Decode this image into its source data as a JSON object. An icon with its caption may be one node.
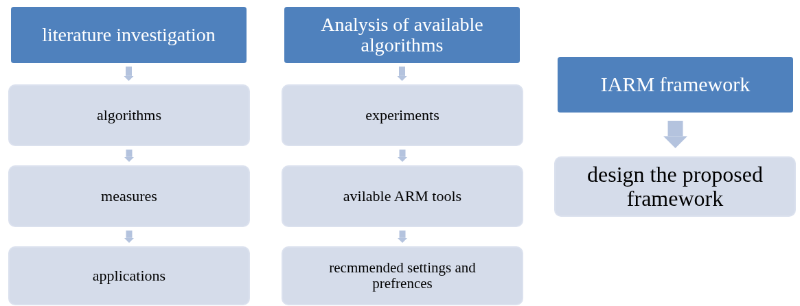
{
  "diagram": {
    "nodes": [
      {
        "text": [
          "literature investigation"
        ]
      },
      {
        "text": [
          "algorithms"
        ]
      },
      {
        "text": [
          "measures"
        ]
      },
      {
        "text": [
          "applications"
        ]
      },
      {
        "text": [
          "Analysis of available algorithms"
        ]
      },
      {
        "text": [
          "experiments"
        ]
      },
      {
        "text": [
          "avilable ARM tools"
        ]
      },
      {
        "text": [
          "recmmended settings and prefrences"
        ]
      },
      {
        "text": [
          "IARM framework"
        ]
      },
      {
        "text": [
          "design the proposed framework"
        ]
      }
    ],
    "edges": [
      {
        "from": 0,
        "to": 1,
        "arrow": "to"
      },
      {
        "from": 1,
        "to": 2,
        "arrow": "to"
      },
      {
        "from": 2,
        "to": 3,
        "arrow": "to"
      },
      {
        "from": 4,
        "to": 5,
        "arrow": "to"
      },
      {
        "from": 5,
        "to": 6,
        "arrow": "to"
      },
      {
        "from": 6,
        "to": 7,
        "arrow": "to"
      },
      {
        "from": 8,
        "to": 9,
        "arrow": "to",
        "style": "thick"
      }
    ]
  }
}
